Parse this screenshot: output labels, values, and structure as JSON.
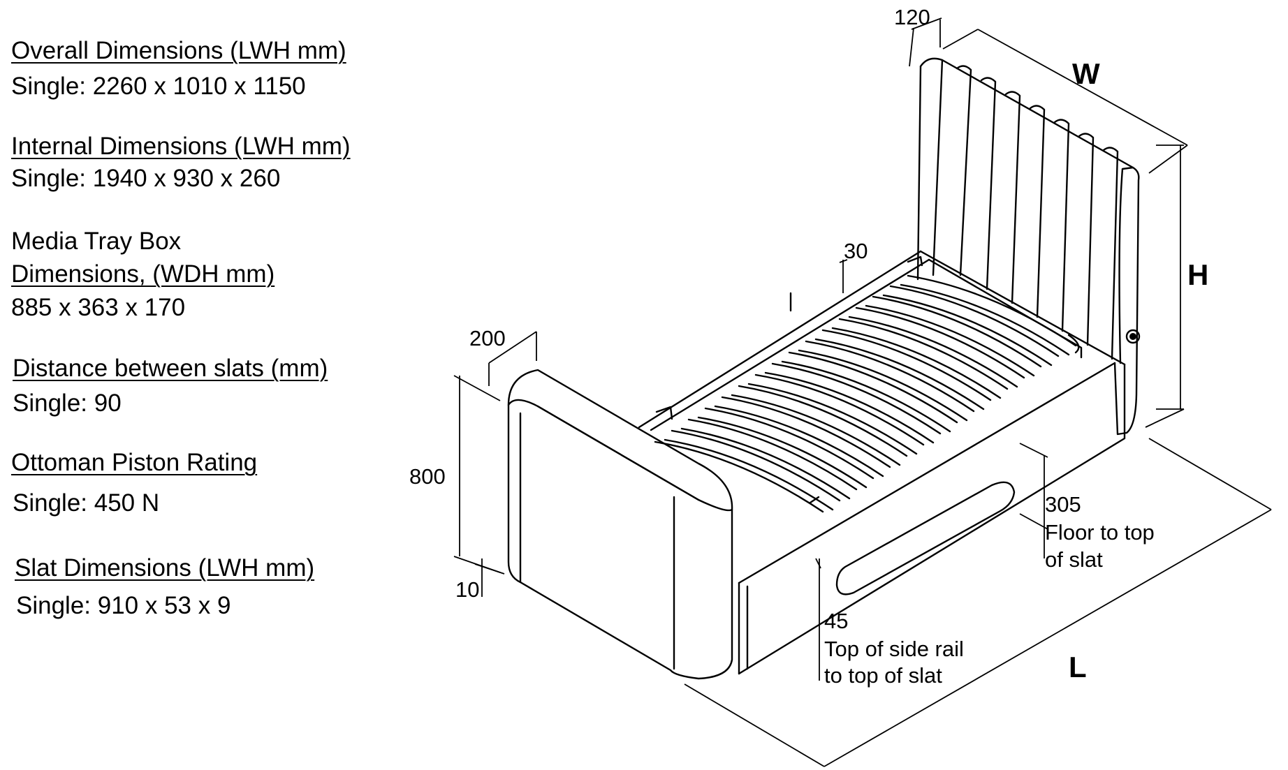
{
  "specs": {
    "overall_heading": "Overall Dimensions (LWH mm)",
    "overall_value": "Single: 2260 x 1010 x 1150",
    "internal_heading": "Internal Dimensions (LWH mm)",
    "internal_value": "Single: 1940 x 930 x 260",
    "media_heading_1": "Media Tray Box",
    "media_heading_2": "Dimensions, (WDH mm)",
    "media_value": "885 x 363 x 170",
    "slats_heading": "Distance between slats (mm)",
    "slats_value": "Single: 90",
    "piston_heading": "Ottoman Piston Rating",
    "piston_value": "Single: 450 N",
    "slat_dim_heading": "Slat Dimensions (LWH mm)",
    "slat_dim_value": "Single: 910 x 53 x 9"
  },
  "diagram": {
    "dim_120": "120",
    "label_w": "W",
    "label_h": "H",
    "label_l": "L",
    "dim_30": "30",
    "dim_200": "200",
    "dim_800": "800",
    "dim_10": "10",
    "dim_305": "305",
    "floor_line1": "Floor to top",
    "floor_line2": "of slat",
    "dim_45": "45",
    "rail_line1": "Top of side rail",
    "rail_line2": "to top of slat"
  }
}
